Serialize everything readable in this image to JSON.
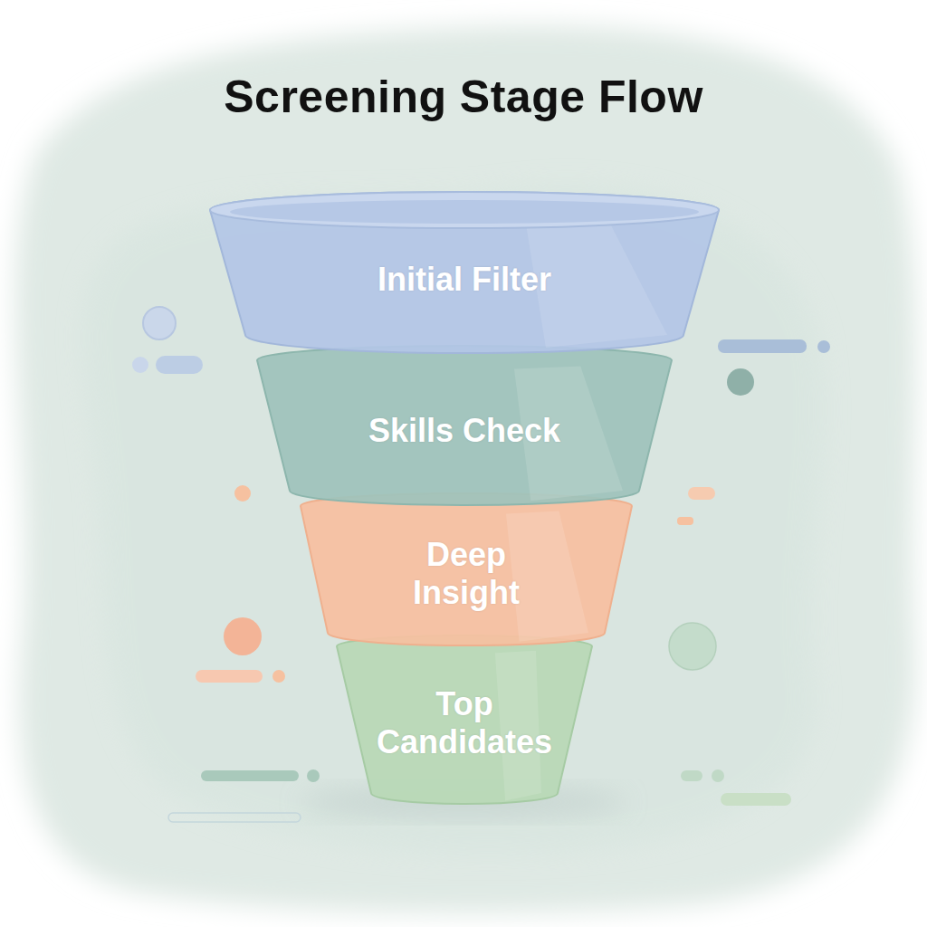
{
  "diagram": {
    "title": "Screening Stage Flow",
    "nodes": [
      {
        "text": [
          "Initial Filter"
        ]
      },
      {
        "text": [
          "Skills Check"
        ]
      },
      {
        "text": [
          "Deep Insight"
        ]
      },
      {
        "text": [
          "Top Candidates"
        ]
      }
    ]
  }
}
